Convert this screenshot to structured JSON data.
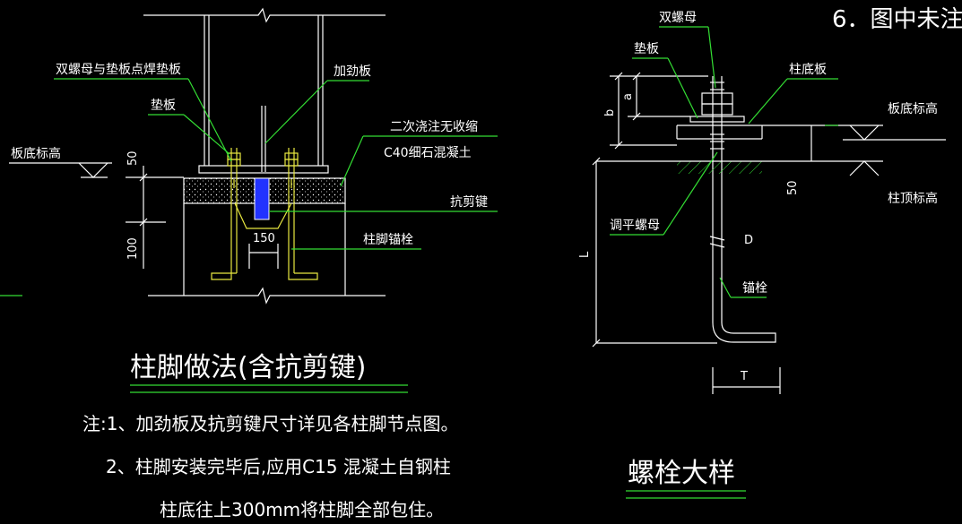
{
  "colors": {
    "background": "#000000",
    "lines": "#ffffff",
    "leaders": "#33dd33",
    "anchors": "#e8e840",
    "key": "#2233ff"
  },
  "left_detail": {
    "labels": {
      "double_nut_weld": "双螺母与垫板点焊垫板",
      "stiffener": "加劲板",
      "pad_plate": "垫板",
      "plate_bottom_elev": "板底标高",
      "grout_line1": "二次浇注无收缩",
      "grout_line2": "C40细石混凝土",
      "shear_key": "抗剪键",
      "anchor_bolt": "柱脚锚栓"
    },
    "dims": {
      "d50": "50",
      "d100": "100",
      "d150": "150"
    },
    "title": "柱脚做法(含抗剪键)"
  },
  "notes": {
    "line1": "注:1、加劲板及抗剪键尺寸详见各柱脚节点图。",
    "line2": "2、柱脚安装完毕后,应用C15 混凝土自钢柱",
    "line3": "柱底往上300mm将柱脚全部包住。"
  },
  "right_detail": {
    "labels": {
      "double_nut": "双螺母",
      "pad_plate": "垫板",
      "base_plate": "柱底板",
      "plate_bottom_elev": "板底标高",
      "column_top_elev": "柱顶标高",
      "leveling_nut": "调平螺母",
      "anchor": "锚栓"
    },
    "dims": {
      "a": "a",
      "b": "b",
      "d50": "50",
      "L": "L",
      "D": "D",
      "T": "T"
    },
    "title": "螺栓大样"
  },
  "corner_note": "6．图中未注"
}
